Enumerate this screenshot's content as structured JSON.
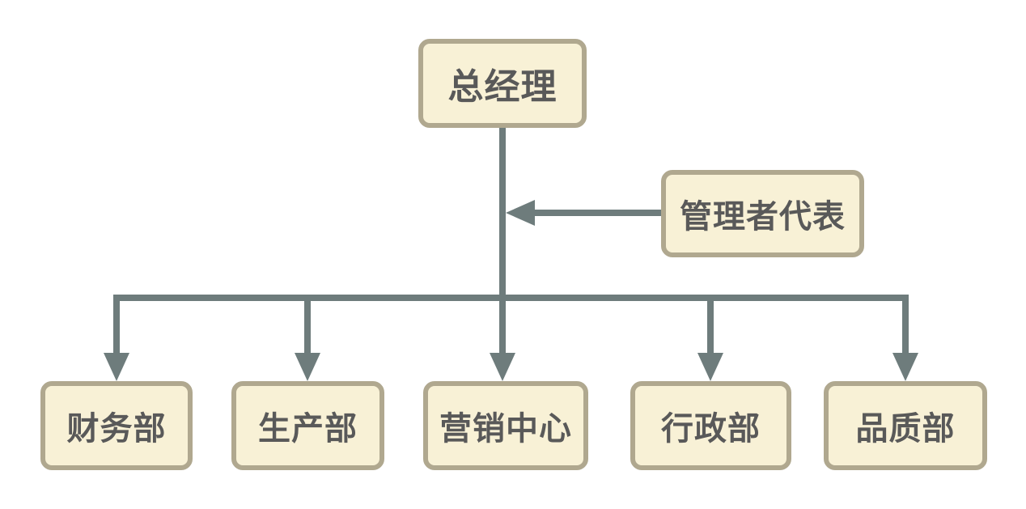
{
  "diagram": {
    "type": "org-chart",
    "nodes": {
      "general_manager": {
        "label": "总经理"
      },
      "management_rep": {
        "label": "管理者代表"
      },
      "finance": {
        "label": "财务部"
      },
      "production": {
        "label": "生产部"
      },
      "marketing": {
        "label": "营销中心"
      },
      "admin": {
        "label": "行政部"
      },
      "quality": {
        "label": "品质部"
      }
    },
    "edges": [
      {
        "from": "总经理",
        "to": "财务部",
        "style": "arrow-down"
      },
      {
        "from": "总经理",
        "to": "生产部",
        "style": "arrow-down"
      },
      {
        "from": "总经理",
        "to": "营销中心",
        "style": "arrow-down"
      },
      {
        "from": "总经理",
        "to": "行政部",
        "style": "arrow-down"
      },
      {
        "from": "总经理",
        "to": "品质部",
        "style": "arrow-down"
      },
      {
        "from": "管理者代表",
        "to": "总经理",
        "style": "arrow-left",
        "note": "horizontal arrow into trunk line"
      }
    ]
  },
  "theme": {
    "background": "#ffffff",
    "node_fill": "#f8f1d6",
    "node_border": "#b0a88f",
    "text_color": "#595959",
    "connector_color": "#6e7c7c"
  }
}
